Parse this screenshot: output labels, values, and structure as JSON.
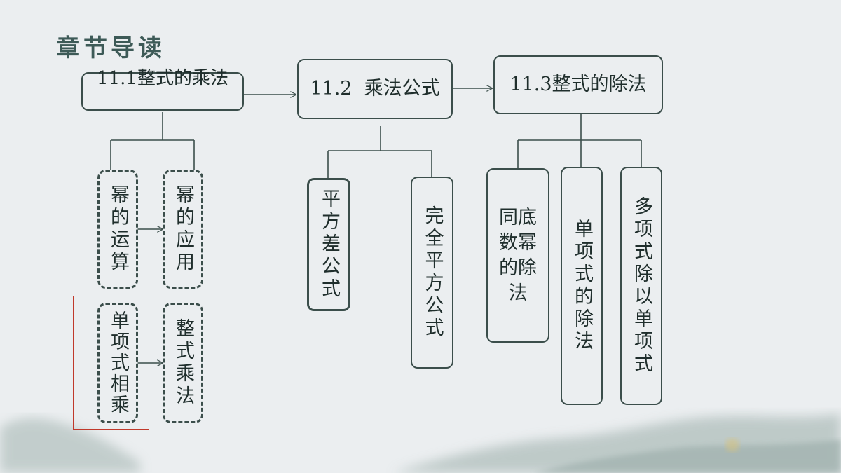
{
  "slide": {
    "title": "章节导读"
  },
  "sections": [
    {
      "heading": "11.1整式的乘法",
      "topics": [
        "幂的运算",
        "幂的应用",
        "单项式相乘",
        "整式乘法"
      ]
    },
    {
      "heading": "11.2  乘法公式",
      "topics": [
        "平方差公式",
        "完全平方公式"
      ]
    },
    {
      "heading": "11.3整式的除法",
      "topics": [
        "同底数幂的除法",
        "单项式的除法",
        "多项式除以单项式"
      ]
    }
  ],
  "colors": {
    "background": "#ebeef0",
    "line": "#3b4e4b",
    "title": "#3d5a57",
    "highlight": "#c0392b"
  }
}
